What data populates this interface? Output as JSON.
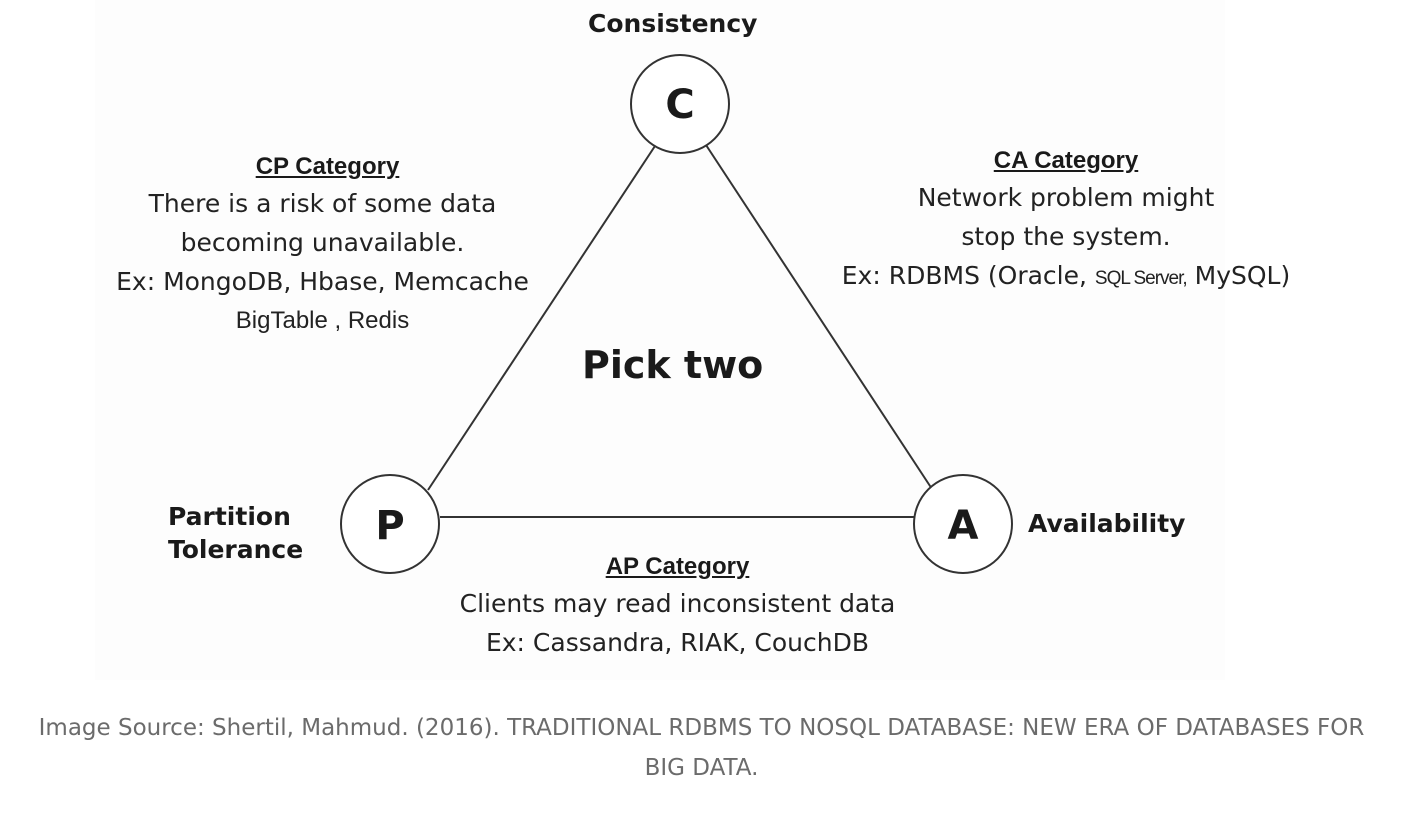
{
  "diagram": {
    "nodes": {
      "c": {
        "letter": "C",
        "name": "Consistency"
      },
      "p": {
        "letter": "P",
        "name_line1": "Partition",
        "name_line2": "Tolerance"
      },
      "a": {
        "letter": "A",
        "name": "Availability"
      }
    },
    "center_label": "Pick two",
    "cp": {
      "heading": "CP Category",
      "line1": "There is a risk of some data",
      "line2": "becoming unavailable.",
      "line3": "Ex: MongoDB, Hbase, Memcache",
      "line4": "BigTable , Redis"
    },
    "ca": {
      "heading": "CA Category",
      "line1": "Network problem might",
      "line2": "stop the system.",
      "line3_prefix": "Ex: RDBMS (Oracle, ",
      "line3_sql": "SQL Server,",
      "line3_suffix": " MySQL)"
    },
    "ap": {
      "heading": "AP Category",
      "line1": "Clients may read inconsistent data",
      "line2": "Ex: Cassandra, RIAK, CouchDB"
    }
  },
  "caption": {
    "line1": "Image Source: Shertil, Mahmud. (2016). TRADITIONAL RDBMS TO NOSQL DATABASE: NEW ERA OF DATABASES FOR",
    "line2": "BIG DATA."
  },
  "colors": {
    "line": "#333333",
    "text": "#1a1a1a",
    "caption": "#6b6b6b"
  }
}
